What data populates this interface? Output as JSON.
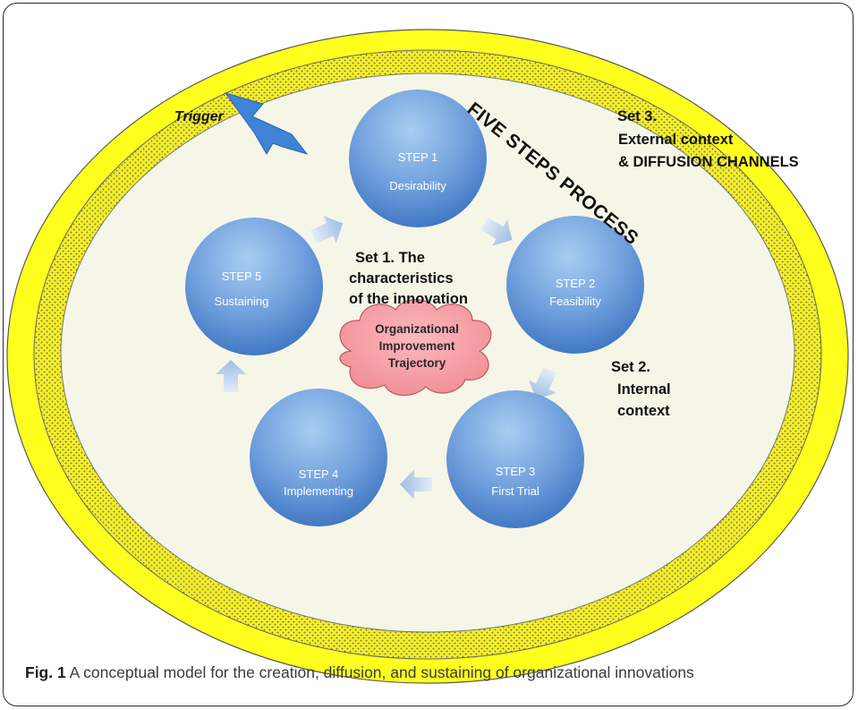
{
  "diagram": {
    "trigger_label": "Trigger",
    "process_title": "FIVE STEPS PROCESS",
    "set3": {
      "line1": "Set 3.",
      "line2": "External context",
      "line3": "& DIFFUSION CHANNELS"
    },
    "set2": {
      "line1": "Set 2.",
      "line2": "Internal",
      "line3": "context"
    },
    "set1": {
      "line1": "Set 1. The",
      "line2": "characteristics",
      "line3": "of the innovation"
    },
    "center_cloud": {
      "line1": "Organizational",
      "line2": "Improvement",
      "line3": "Trajectory"
    },
    "steps": [
      {
        "title": "STEP 1",
        "label": "Desirability"
      },
      {
        "title": "STEP 2",
        "label": "Feasibility"
      },
      {
        "title": "STEP 3",
        "label": "First Trial"
      },
      {
        "title": "STEP 4",
        "label": "Implementing"
      },
      {
        "title": "STEP 5",
        "label": "Sustaining"
      }
    ],
    "colors": {
      "outer_ring": "#ffff1e",
      "dotted_ring": "#f3ee2a",
      "inner_area": "#f6f6e8",
      "step_circle_light": "#8ab6e6",
      "step_circle_dark": "#3a72c0",
      "arrow": "#b9cfe9",
      "cloud": "#f59aa0",
      "lightning": "#3f83d6"
    }
  },
  "caption": {
    "label": "Fig. 1",
    "text": "A conceptual model for the creation, diffusion, and sustaining of organizational innovations"
  }
}
